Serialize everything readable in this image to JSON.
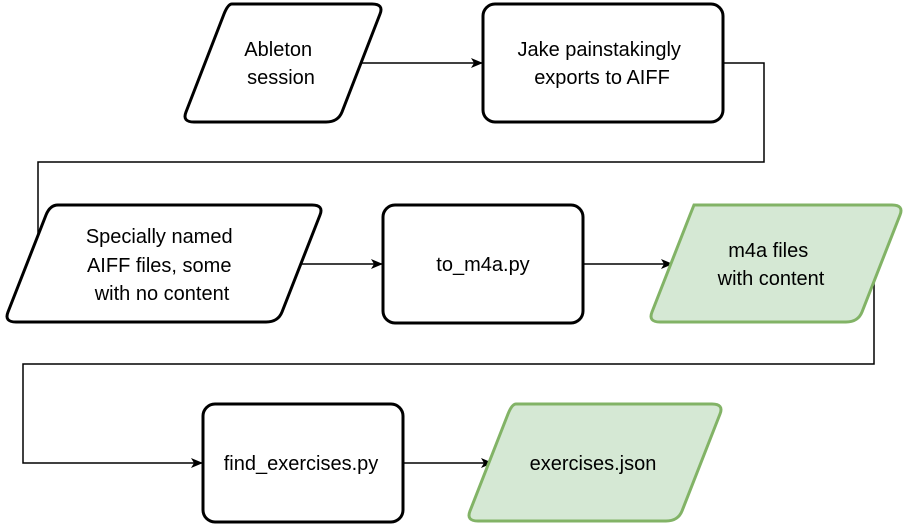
{
  "diagram": {
    "nodes": {
      "ableton_session": {
        "lines": [
          "Ableton",
          "session"
        ],
        "shape": "parallelogram",
        "fill": "#ffffff",
        "stroke": "#000000"
      },
      "jake_exports": {
        "lines": [
          "Jake painstakingly",
          "exports to AIFF"
        ],
        "shape": "rounded-rect",
        "fill": "#ffffff",
        "stroke": "#000000"
      },
      "aiff_files": {
        "lines": [
          "Specially named",
          "AIFF files, some",
          "with no content"
        ],
        "shape": "parallelogram",
        "fill": "#ffffff",
        "stroke": "#000000"
      },
      "to_m4a": {
        "lines": [
          "to_m4a.py"
        ],
        "shape": "rounded-rect",
        "fill": "#ffffff",
        "stroke": "#000000"
      },
      "m4a_files": {
        "lines": [
          "m4a files",
          "with content"
        ],
        "shape": "parallelogram",
        "fill": "#d5e8d4",
        "stroke": "#82b366"
      },
      "find_exercises": {
        "lines": [
          "find_exercises.py"
        ],
        "shape": "rounded-rect",
        "fill": "#ffffff",
        "stroke": "#000000"
      },
      "exercises_json": {
        "lines": [
          "exercises.json"
        ],
        "shape": "parallelogram",
        "fill": "#d5e8d4",
        "stroke": "#82b366"
      }
    },
    "edges": [
      {
        "from": "ableton_session",
        "to": "jake_exports"
      },
      {
        "from": "jake_exports",
        "to": "aiff_files"
      },
      {
        "from": "aiff_files",
        "to": "to_m4a"
      },
      {
        "from": "to_m4a",
        "to": "m4a_files"
      },
      {
        "from": "m4a_files",
        "to": "find_exercises"
      },
      {
        "from": "find_exercises",
        "to": "exercises_json"
      }
    ],
    "colors": {
      "line": "#000000",
      "output_fill": "#d5e8d4",
      "output_stroke": "#82b366"
    }
  }
}
